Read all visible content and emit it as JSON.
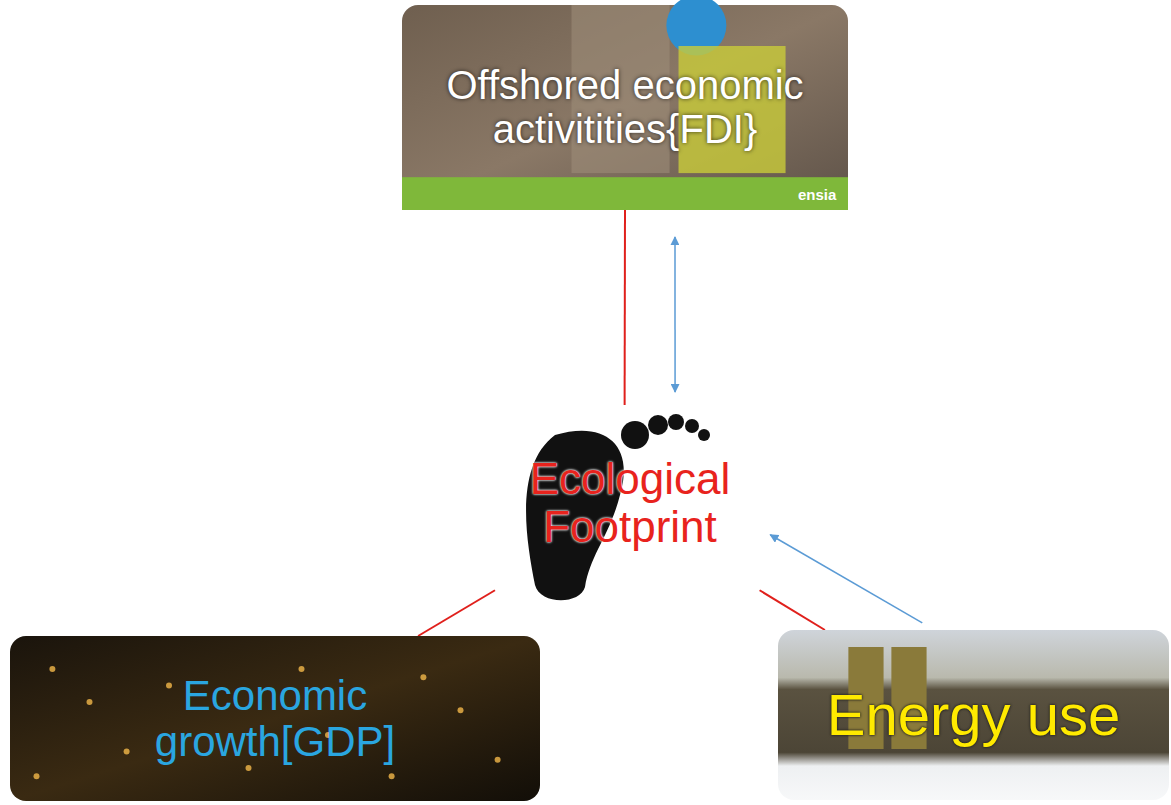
{
  "diagram": {
    "nodes": [
      {
        "text": [
          "Offshored economic activitities{FDI}"
        ]
      },
      {
        "text": [
          "Ecological Footprint"
        ]
      },
      {
        "text": [
          "Economic growth[GDP]"
        ]
      },
      {
        "text": [
          "Energy use"
        ]
      }
    ],
    "edges": [
      {
        "from": 0,
        "to": 1,
        "arrow": "none"
      },
      {
        "from": 0,
        "to": 1,
        "arrow": "both"
      },
      {
        "from": 1,
        "to": 2,
        "arrow": "none"
      },
      {
        "from": 1,
        "to": 3,
        "arrow": "none"
      },
      {
        "from": 3,
        "to": 1,
        "arrow": "to"
      }
    ],
    "labels": [
      "ensia"
    ]
  }
}
